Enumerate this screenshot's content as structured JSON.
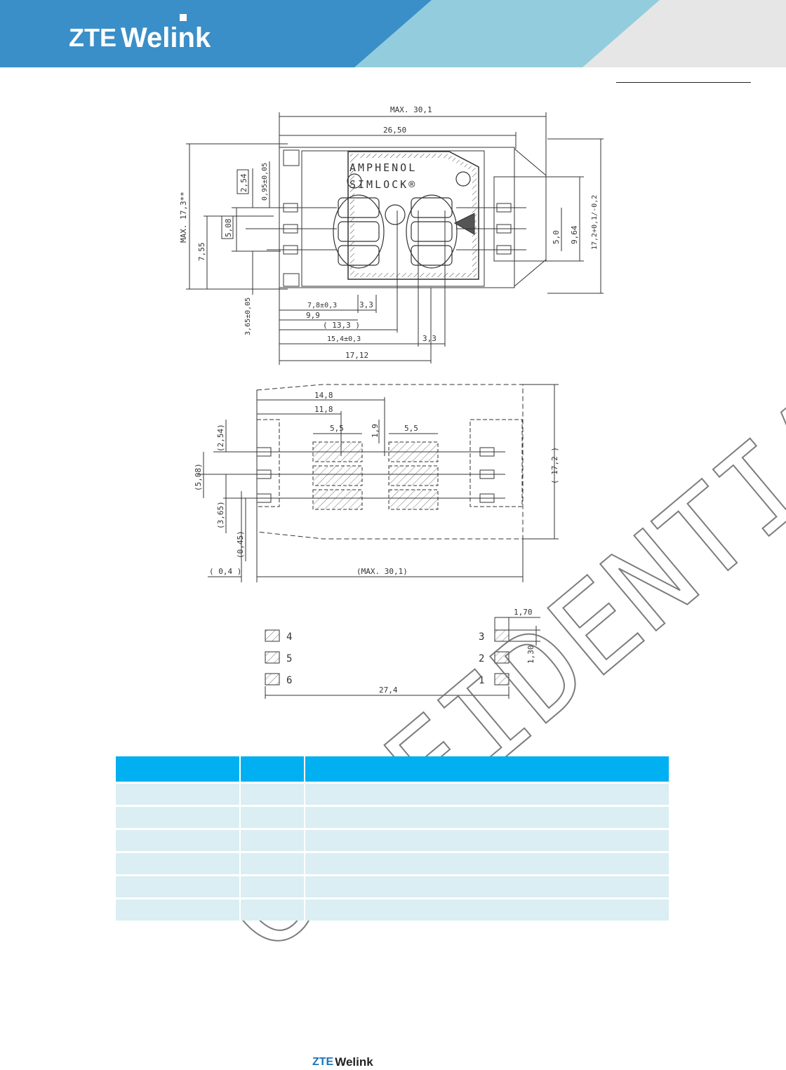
{
  "brand": {
    "zte": "ZTE",
    "welink": "Welink",
    "color_primary": "#3a8fc8",
    "color_light": "#93cddd"
  },
  "drawing": {
    "top_view": {
      "labels": [
        "MAX. 30,1",
        "26,50",
        "MAX. 17,3**",
        "2,54",
        "0,95±0,05",
        "5,08",
        "7,55",
        "3,65±0,05",
        "7,8±0,3",
        "3,3",
        "9,9",
        "( 13,3 )",
        "15,4±0,3",
        "3,3",
        "17,12",
        "5,0",
        "9,64",
        "17,2+0,1/-0,2",
        "AMPHENOL",
        "SIMLOCK®"
      ]
    },
    "bottom_view": {
      "labels": [
        "14,8",
        "11,8",
        "5,5",
        "1,9",
        "5,5",
        "(2,54)",
        "(5,08)",
        "(3,65)",
        "(0,45)",
        "( 0,4 )",
        "(MAX. 30,1)",
        "( 17,2 )"
      ]
    },
    "footprint": {
      "pin_labels_left": [
        "4",
        "5",
        "6"
      ],
      "pin_labels_right": [
        "3",
        "2",
        "1"
      ],
      "dims": [
        "1,70",
        "1,30",
        "27,4"
      ],
      "pin_label_color": "#cc1111"
    },
    "watermark": "CONFIDENTIAL"
  },
  "pin_table": {
    "headers": [
      "",
      "",
      ""
    ],
    "rows": [
      [
        "",
        "",
        ""
      ],
      [
        "",
        "",
        ""
      ],
      [
        "",
        "",
        ""
      ],
      [
        "",
        "",
        ""
      ],
      [
        "",
        "",
        ""
      ],
      [
        "",
        "",
        ""
      ]
    ],
    "header_color": "#00b0f0",
    "row_color": "#daeef3"
  },
  "footer": {
    "zte": "ZTE",
    "welink": "Welink"
  }
}
